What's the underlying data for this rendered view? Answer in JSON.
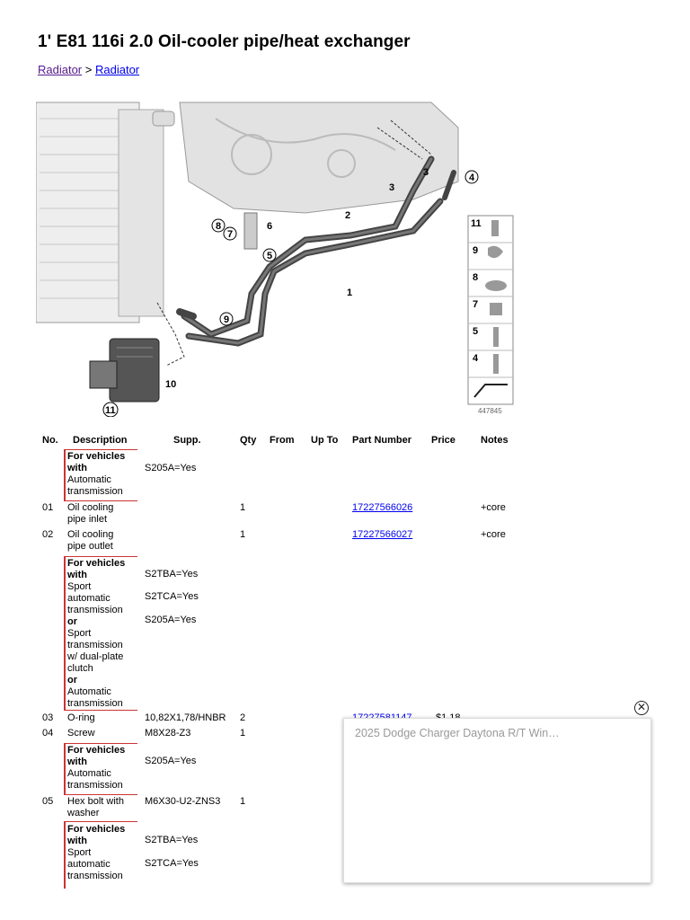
{
  "page": {
    "title": "1' E81 116i 2.0 Oil-cooler pipe/heat exchanger"
  },
  "breadcrumb": {
    "items": [
      "Radiator",
      "Radiator"
    ],
    "separator": ">"
  },
  "diagram": {
    "callouts": [
      "1",
      "2",
      "3",
      "3",
      "4",
      "5",
      "6",
      "7",
      "8",
      "9",
      "10",
      "11"
    ],
    "legend_numbers": [
      "11",
      "9",
      "8",
      "7",
      "5",
      "4"
    ],
    "image_number": "447845"
  },
  "table": {
    "headers": {
      "no": "No.",
      "description": "Description",
      "supp": "Supp.",
      "qty": "Qty",
      "from": "From",
      "up_to": "Up To",
      "part_number": "Part Number",
      "price": "Price",
      "notes": "Notes"
    },
    "cond1": {
      "lines": [
        "For vehicles",
        "with",
        "Automatic",
        "transmission"
      ],
      "supp": [
        "S205A=Yes"
      ]
    },
    "row01": {
      "no": "01",
      "desc": [
        "Oil cooling",
        "pipe inlet"
      ],
      "qty": "1",
      "part": "17227566026",
      "notes": "+core"
    },
    "row02": {
      "no": "02",
      "desc": [
        "Oil cooling",
        "pipe outlet"
      ],
      "qty": "1",
      "part": "17227566027",
      "notes": "+core"
    },
    "cond2": {
      "lines": [
        "For vehicles",
        "with",
        "Sport",
        "automatic",
        "transmission",
        "or",
        "Sport",
        "transmission",
        "w/ dual-plate",
        "clutch",
        "or",
        "Automatic",
        "transmission"
      ],
      "supp": [
        "S2TBA=Yes",
        "S2TCA=Yes",
        "S205A=Yes"
      ]
    },
    "row03": {
      "no": "03",
      "desc": "O-ring",
      "supp": "10,82X1,78/HNBR",
      "qty": "2",
      "part": "17227581147",
      "price": "$1.18"
    },
    "row04": {
      "no": "04",
      "desc": "Screw",
      "supp": "M8X28-Z3",
      "qty": "1"
    },
    "cond3": {
      "lines": [
        "For vehicles",
        "with",
        "Automatic",
        "transmission"
      ],
      "supp": [
        "S205A=Yes"
      ]
    },
    "row05": {
      "no": "05",
      "desc": [
        "Hex bolt with",
        "washer"
      ],
      "supp": "M6X30-U2-ZNS3",
      "qty": "1"
    },
    "cond4": {
      "lines": [
        "For vehicles",
        "with",
        "Sport",
        "automatic",
        "transmission"
      ],
      "supp": [
        "S2TBA=Yes",
        "S2TCA=Yes"
      ]
    }
  },
  "ad": {
    "title": "2025 Dodge Charger Daytona R/T Win…",
    "close_icon": "close-circle-icon"
  }
}
